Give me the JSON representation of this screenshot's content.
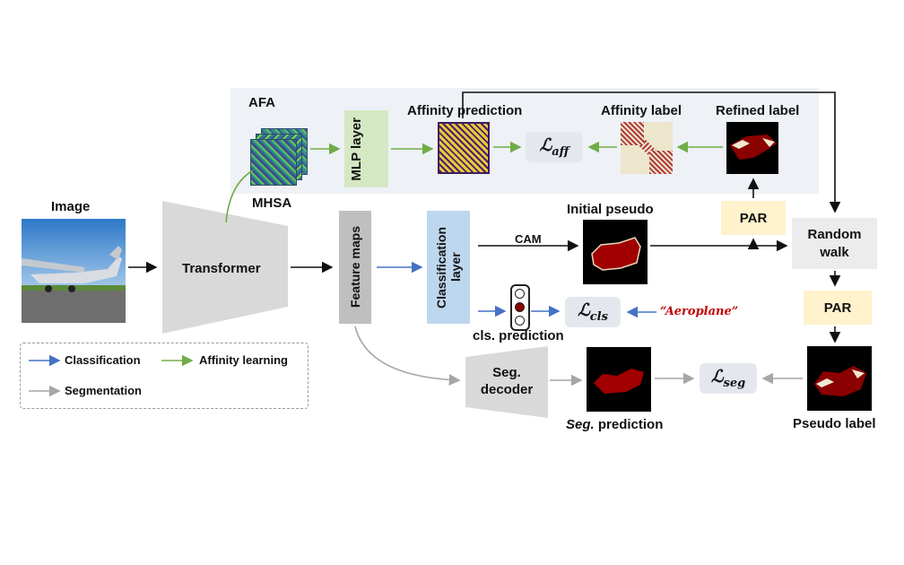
{
  "afa": {
    "title": "AFA",
    "mhsa_label": "MHSA",
    "mlp_label": "MLP layer",
    "affinity_prediction": "Affinity prediction",
    "affinity_label": "Affinity label",
    "refined_label": "Refined label",
    "loss_aff": "aff"
  },
  "image_label": "Image",
  "transformer_label": "Transformer",
  "feature_maps_label": "Feature maps",
  "classification_layer_label": "Classification layer",
  "cam_label": "CAM",
  "initial_pseudo_label": "Initial pseudo",
  "par_label": "PAR",
  "random_walk_label": "Random walk",
  "cls_prediction_label": "cls. prediction",
  "loss_cls": "cls",
  "aeroplane_label": "“Aeroplane”",
  "seg_decoder_label": "Seg. decoder",
  "seg_prediction_italic": "Seg.",
  "seg_prediction_rest": " prediction",
  "loss_seg": "seg",
  "pseudo_label": "Pseudo label",
  "legend": {
    "classification": "Classification",
    "affinity_learning": "Affinity learning",
    "segmentation": "Segmentation"
  },
  "colors": {
    "blue_arrow": "#4472c4",
    "green_arrow": "#70ad47",
    "gray_arrow": "#a6a6a6",
    "aeroplane_text": "#c00000",
    "mask": "#8b0000"
  }
}
